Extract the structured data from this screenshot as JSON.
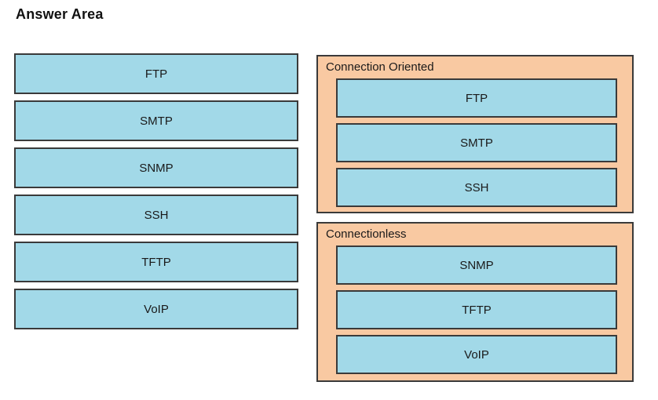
{
  "title": "Answer Area",
  "colors": {
    "item_fill": "#A2D9E8",
    "group_fill": "#F9C9A2",
    "border": "#3A3A3A",
    "text": "#1A1A1A"
  },
  "source_items": [
    "FTP",
    "SMTP",
    "SNMP",
    "SSH",
    "TFTP",
    "VoIP"
  ],
  "groups": [
    {
      "label": "Connection Oriented",
      "items": [
        "FTP",
        "SMTP",
        "SSH"
      ]
    },
    {
      "label": "Connectionless",
      "items": [
        "SNMP",
        "TFTP",
        "VoIP"
      ]
    }
  ]
}
